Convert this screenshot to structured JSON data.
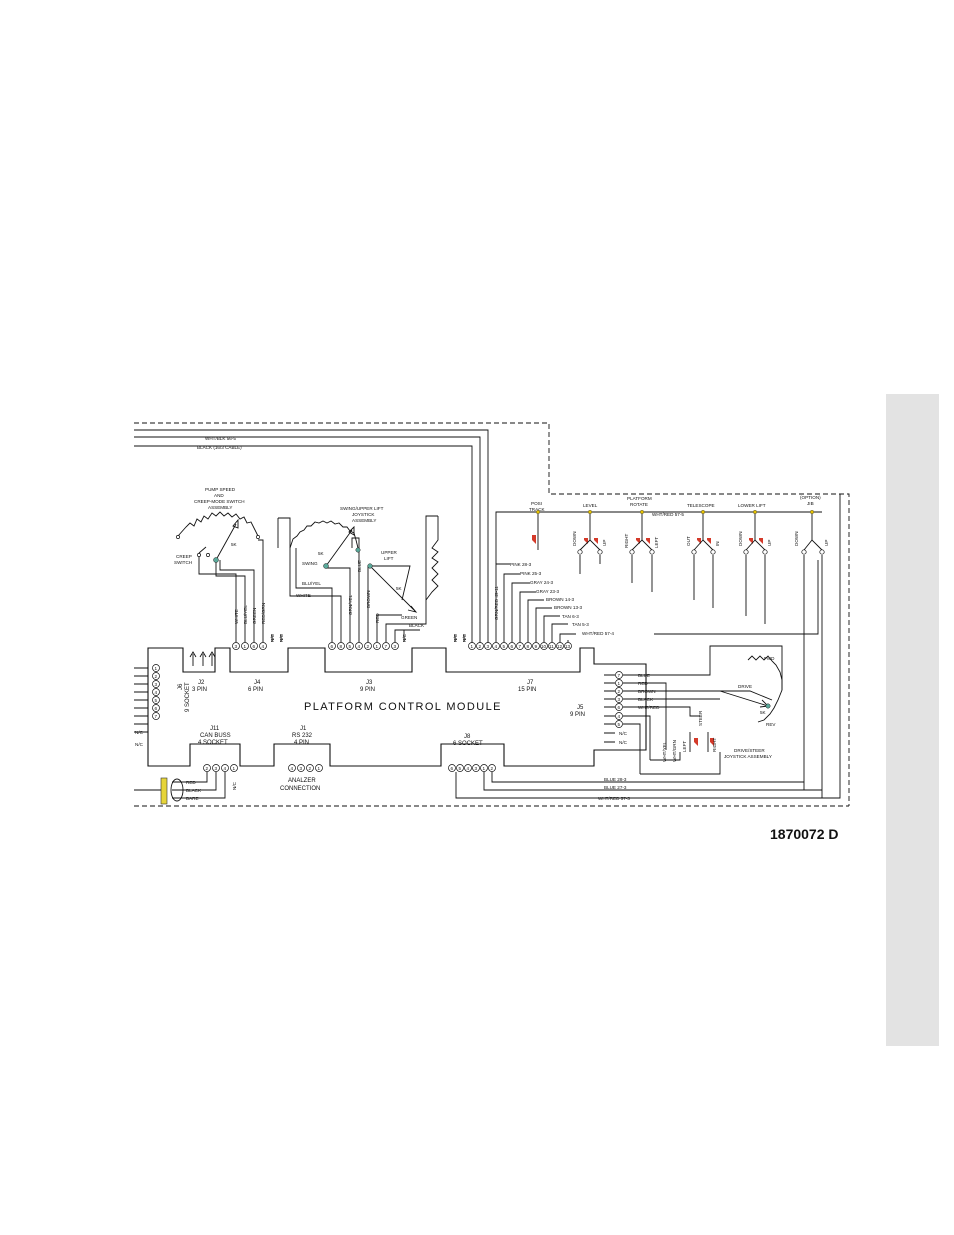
{
  "document": {
    "number": "1870072 D"
  },
  "module": {
    "title": "PLATFORM CONTROL MODULE"
  },
  "cables": {
    "top1": "WHT/BLK 56-5",
    "top2": "BLACK (16/3 CABLE)"
  },
  "connectors": {
    "j2": {
      "id": "J2",
      "spec": "3 PIN"
    },
    "j4": {
      "id": "J4",
      "spec": "6 PIN"
    },
    "j3": {
      "id": "J3",
      "spec": "9 PIN"
    },
    "j7": {
      "id": "J7",
      "spec": "15 PIN"
    },
    "j5": {
      "id": "J5",
      "spec": "9 PIN"
    },
    "j6": {
      "id": "J6",
      "spec": "9 SOCKET"
    },
    "j11": {
      "id": "J11",
      "spec": "CAN BUSS",
      "sub": "4 SOCKET"
    },
    "j1": {
      "id": "J1",
      "spec": "RS 232",
      "sub": "4 PIN"
    },
    "j8": {
      "id": "J8",
      "spec": "6 SOCKET"
    }
  },
  "components": {
    "pump": [
      "PUMP SPEED",
      "AND",
      "CREEP-MODE SWITCH",
      "ASSEMBLY"
    ],
    "creep": [
      "CREEP",
      "SWITCH"
    ],
    "swing_js": [
      "SWING/UPPER LIFT",
      "JOYSTICK",
      "ASSEMBLY"
    ],
    "swing": "SWING",
    "upper_lift": [
      "UPPER",
      "LIFT"
    ],
    "sk": "5K",
    "analyzer": [
      "ANALZER",
      "CONNECTION"
    ],
    "drive_js": [
      "DRIVE/STEER",
      "JOYSTICK ASSEMBLY"
    ],
    "drive": "DRIVE",
    "fwd": "FWD",
    "rev": "REV",
    "steer": "STEER",
    "left": "LEFT",
    "right": "RIGHT"
  },
  "functions": {
    "posi": [
      "POSI",
      "TRACK"
    ],
    "level": "LEVEL",
    "rotate": [
      "PLATFORM",
      "ROTATE"
    ],
    "telescope": "TELESCOPE",
    "lower_lift": "LOWER LIFT",
    "jib": [
      "(OPTION)",
      "JIB"
    ],
    "wire_common": "WHT/RED 57-5"
  },
  "switch_labels": {
    "down": "DOWN",
    "up": "UP",
    "right": "RIGHT",
    "left": "LEFT",
    "out": "OUT",
    "in": "IN"
  },
  "j4_wires": [
    "WHITE",
    "BLU/YEL",
    "GREEN",
    "RED/GRN",
    "N/C",
    "N/C"
  ],
  "j4_pins": [
    "3",
    "1",
    "6",
    "4"
  ],
  "j3_wires": [
    "BLU/YEL",
    "WHITE",
    "GRN/YEL",
    "BLUE",
    "BROWN",
    "RED",
    "GREEN",
    "BLACK",
    "N/C"
  ],
  "j3_pins": [
    "6",
    "8",
    "5",
    "4",
    "2",
    "1",
    "7",
    "3"
  ],
  "j7_wires": [
    "PINK 28-3",
    "PINK 25-3",
    "GRAY 24-3",
    "GRAY 23-3",
    "BROWN 14-3",
    "BROWN 13-3",
    "TAN 6-3",
    "TAN 5-3",
    "WHT/RED 57-4"
  ],
  "j7_extra": "GRN/RED 49-11",
  "j7_pins": [
    "1",
    "2",
    "3",
    "4",
    "5",
    "6",
    "7",
    "8",
    "9",
    "10",
    "11",
    "12",
    "13"
  ],
  "j5_wires": [
    "BLUE",
    "RED",
    "BROWN",
    "BLACK",
    "WHT/RED",
    "",
    "",
    "N/C",
    "N/C"
  ],
  "j5_pins": [
    "7",
    "1",
    "2",
    "3",
    "6",
    "4",
    "5"
  ],
  "j5_aux": [
    "WHT/YEL",
    "WHT/GRN"
  ],
  "j6_nc": [
    "N/C",
    "N/C"
  ],
  "j6_pins": [
    "1",
    "2",
    "3",
    "4",
    "5",
    "6",
    "7"
  ],
  "j11_wires": [
    "RED",
    "BLACK",
    "BARE"
  ],
  "j11_pins": [
    "2",
    "3",
    "4",
    "1"
  ],
  "j1_pins": [
    "4",
    "3",
    "2",
    "1"
  ],
  "j8_wires": [
    "BLUE 28-3",
    "BLUE 27-3",
    "WHT/RED 57-3"
  ],
  "j8_pins": [
    "6",
    "5",
    "4",
    "3",
    "1",
    "2"
  ],
  "nc": "N/C"
}
